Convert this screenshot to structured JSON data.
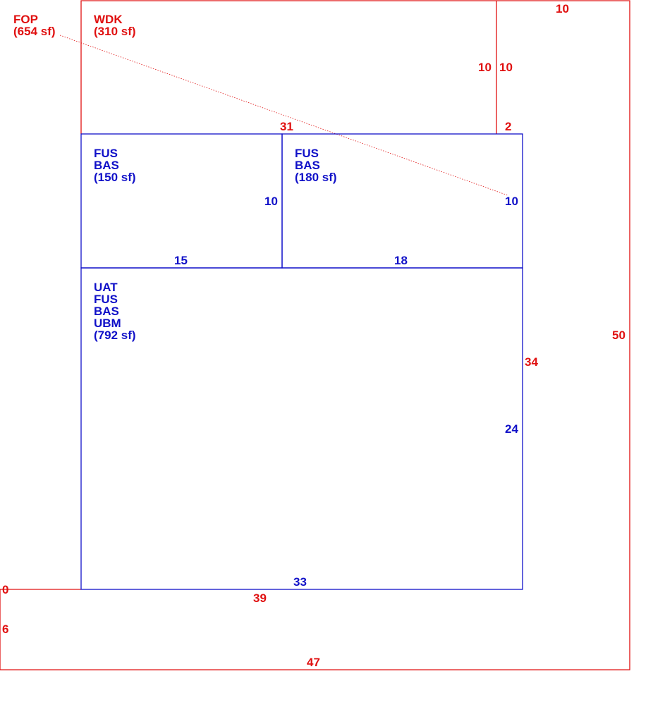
{
  "colors": {
    "red": "#e01010",
    "blue": "#1010c8",
    "background": "#ffffff"
  },
  "areas": {
    "fop": [
      "FOP",
      "(654 sf)"
    ],
    "wdk": [
      "WDK",
      "(310 sf)"
    ],
    "fus_left": [
      "FUS",
      "BAS",
      "(150 sf)"
    ],
    "fus_right": [
      "FUS",
      "BAS",
      "(180 sf)"
    ],
    "main": [
      "UAT",
      "FUS",
      "BAS",
      "UBM",
      "(792 sf)"
    ]
  },
  "dimensions": {
    "red_top_10": "10",
    "red_10_left": "10",
    "red_10_right": "10",
    "red_31": "31",
    "red_2": "2",
    "red_50": "50",
    "red_34": "34",
    "red_0": "0",
    "red_39": "39",
    "red_6": "6",
    "red_47": "47",
    "blue_10_left": "10",
    "blue_10_right": "10",
    "blue_15": "15",
    "blue_18": "18",
    "blue_24": "24",
    "blue_33": "33"
  }
}
